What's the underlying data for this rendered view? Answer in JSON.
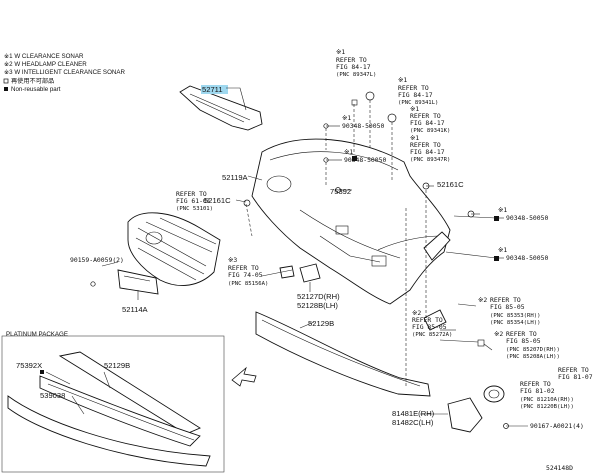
{
  "legend": {
    "note1": "※1 W CLEARANCE SONAR",
    "note2": "※2 W HEADLAMP CLEANER",
    "note3": "※3 W INTELLIGENT CLEARANCE SONAR",
    "square_note": "再使用不可部品",
    "filled_note": "Non-reusable part"
  },
  "platinum_label": "PLATINUM PACKAGE",
  "diagram_id": "524148D",
  "parts": {
    "p52711": "52711",
    "p52119A": "52119A",
    "p52161C_left": "52161C",
    "p52161C_right": "52161C",
    "p90159": "90159-A0059(2)",
    "p52114A": "52114A",
    "p75392": "75392",
    "p52127RH": "52127D(RH)",
    "p52128LH": "52128B(LH)",
    "p52129B": "52129B",
    "p75392X": "75392X",
    "p52129B_b": "52129B",
    "p53903B": "539038",
    "p81481RH": "81481E(RH)",
    "p81482LH": "81482C(LH)",
    "p90167": "90167-A0021(4)",
    "c1": "90348-50050",
    "c2": "90348-50050",
    "c3": "90348-50050",
    "c4": "90348-50050"
  },
  "refs": {
    "r1": {
      "mark": "※1",
      "l1": "REFER TO",
      "l2": "FIG 84-17",
      "l3": "(PNC 89347L)"
    },
    "r2": {
      "mark": "※1",
      "l1": "REFER TO",
      "l2": "FIG 84-17",
      "l3": "(PNC 89341L)"
    },
    "r3": {
      "mark": "※1",
      "l1": "REFER TO",
      "l2": "FIG 84-17",
      "l3": "(PNC 89341K)"
    },
    "r4": {
      "mark": "※1",
      "l1": "REFER TO",
      "l2": "FIG 84-17",
      "l3": "(PNC 89347R)"
    },
    "r5": {
      "mark": "",
      "l1": "REFER TO",
      "l2": "FIG 61-01",
      "l3": "(PNC 53101)"
    },
    "r6": {
      "mark": "※3",
      "l1": "REFER TO",
      "l2": "FIG 74-05",
      "l3": "(PNC 85156A)"
    },
    "r7": {
      "mark": "※2",
      "l1": "REFER TO",
      "l2": "FIG 85-05",
      "l3": "(PNC 85353(RH))",
      "l4": "(PNC 85354(LH))"
    },
    "r8": {
      "mark": "※2",
      "l1": "REFER TO",
      "l2": "FIG 85-05",
      "l3": "(PNC 85272A)"
    },
    "r9": {
      "mark": "※2",
      "l1": "REFER TO",
      "l2": "FIG 85-05",
      "l3": "(PNC 85207D(RH))",
      "l4": "(PNC 85208A(LH))"
    },
    "r10": {
      "mark": "",
      "l1": "REFER TO",
      "l2": "FIG 81-07",
      "l3": ""
    },
    "r11": {
      "mark": "",
      "l1": "REFER TO",
      "l2": "FIG 81-02",
      "l3": "(PNC 81210A(RH))",
      "l4": "(PNC 81220B(LH))"
    }
  }
}
